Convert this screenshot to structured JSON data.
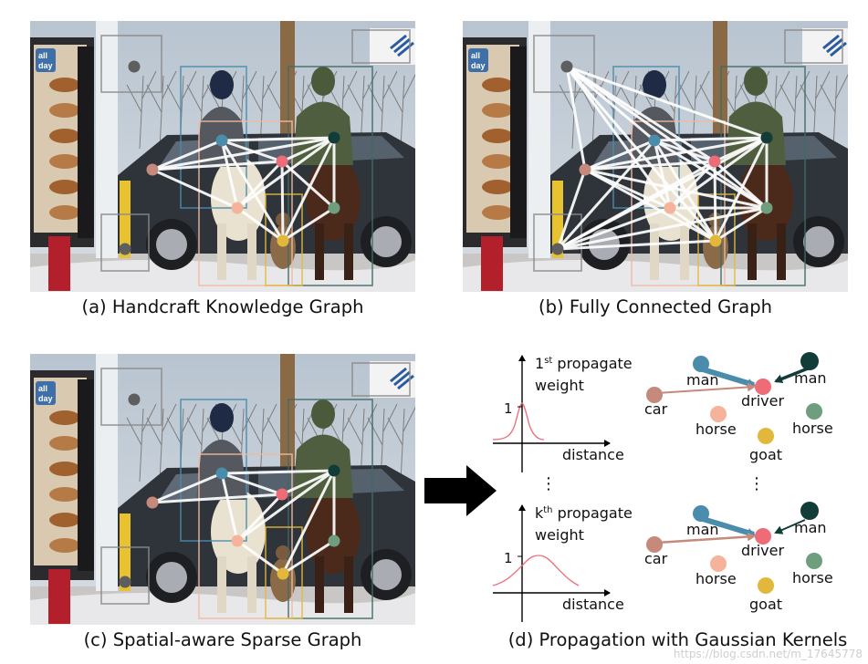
{
  "captions": {
    "a": "(a) Handcraft Knowledge Graph",
    "b": "(b) Fully Connected Graph",
    "c": "(c) Spatial-aware Sparse Graph",
    "d": "(d) Propagation with Gaussian Kernels"
  },
  "photo_sign": {
    "line1": "all",
    "line2": "day"
  },
  "node_colors": {
    "man_left": "#4a8cab",
    "man_right": "#123c38",
    "driver": "#ee6b78",
    "car": "#c58a7c",
    "horse_left": "#f4b39a",
    "horse_right": "#6e9e7e",
    "goat": "#e2b83c",
    "sign": "#5e5e5e"
  },
  "kernel_top": {
    "ordinal": "1",
    "sup": "st",
    "text": " propagate",
    "text2": "weight",
    "tick": "1",
    "xlabel": "distance"
  },
  "kernel_bottom": {
    "ordinal": "k",
    "sup": "th",
    "text": " propagate",
    "text2": "weight",
    "tick": "1",
    "xlabel": "distance"
  },
  "graph_labels": {
    "man_left": "man",
    "man_right": "man",
    "driver": "driver",
    "car": "car",
    "horse_left": "horse",
    "horse_right": "horse",
    "goat": "goat"
  },
  "ellipsis": "⋮",
  "watermark": "https://blog.csdn.net/m_17645778"
}
